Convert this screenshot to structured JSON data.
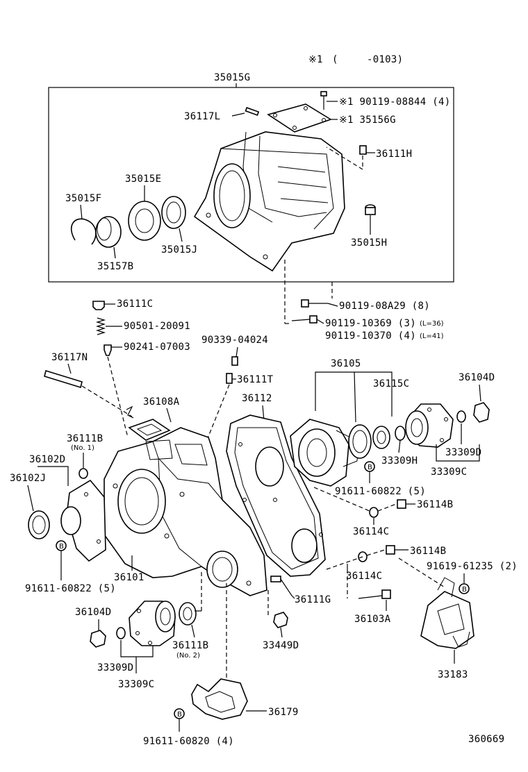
{
  "header": {
    "note_mark": "※1",
    "note_open": "(",
    "note_range": "-0103)",
    "assembly_label": "35015G"
  },
  "labels": {
    "p36117L": "36117L",
    "p90119_08844": "※1 90119-08844 (4)",
    "p35156G": "※1 35156G",
    "p36111H": "36111H",
    "p35015E": "35015E",
    "p35015F": "35015F",
    "p35015J": "35015J",
    "p35157B": "35157B",
    "p35015H": "35015H",
    "p36111C": "36111C",
    "p90501_20091": "90501-20091",
    "p90241_07003": "90241-07003",
    "p90339_04024": "90339-04024",
    "p90119_08A29": "90119-08A29 (8)",
    "p90119_10369": "90119-10369 (3)",
    "p90119_10369_len": "(L=36)",
    "p90119_10370": "90119-10370 (4)",
    "p90119_10370_len": "(L=41)",
    "p36117N": "36117N",
    "p36111T": "36111T",
    "p36105": "36105",
    "p36104D_r": "36104D",
    "p36115C": "36115C",
    "p36108A": "36108A",
    "p36112": "36112",
    "p36111B_1": "36111B",
    "p36111B_1_note": "(No. 1)",
    "p36102D": "36102D",
    "p36102J": "36102J",
    "p33309H": "33309H",
    "p33309D_r": "33309D",
    "p33309C_r": "33309C",
    "p91611_60822_r": "91611-60822 (5)",
    "p36114B_a": "36114B",
    "p36114C_a": "36114C",
    "p36114B_b": "36114B",
    "p91619_61235": "91619-61235 (2)",
    "p36114C_b": "36114C",
    "p36101": "36101",
    "p91611_60822_l": "91611-60822 (5)",
    "p36111G": "36111G",
    "p36103A": "36103A",
    "p36104D_l": "36104D",
    "p36111B_2": "36111B",
    "p36111B_2_note": "(No. 2)",
    "p33449D": "33449D",
    "p33309D_l": "33309D",
    "p33309C_l": "33309C",
    "p33183": "33183",
    "p36179": "36179",
    "p91611_60820": "91611-60820 (4)",
    "figure_number": "360669"
  },
  "symbols": {
    "bolt_marker": "B"
  }
}
